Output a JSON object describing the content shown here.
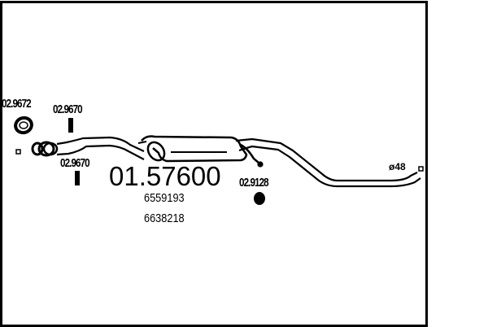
{
  "diagram": {
    "main_part_number": "01.57600",
    "oe_numbers": [
      "6559193",
      "6638218"
    ],
    "accessories": [
      {
        "id": "gasket-ring",
        "label": "02.9672"
      },
      {
        "id": "rubber-hanger-top",
        "label": "02.9670"
      },
      {
        "id": "rubber-hanger-bottom",
        "label": "02.9670"
      },
      {
        "id": "rubber-mount",
        "label": "02.9128"
      }
    ],
    "pipe_diameter_label": "ø48",
    "colors": {
      "line": "#000000",
      "background": "#ffffff"
    }
  }
}
